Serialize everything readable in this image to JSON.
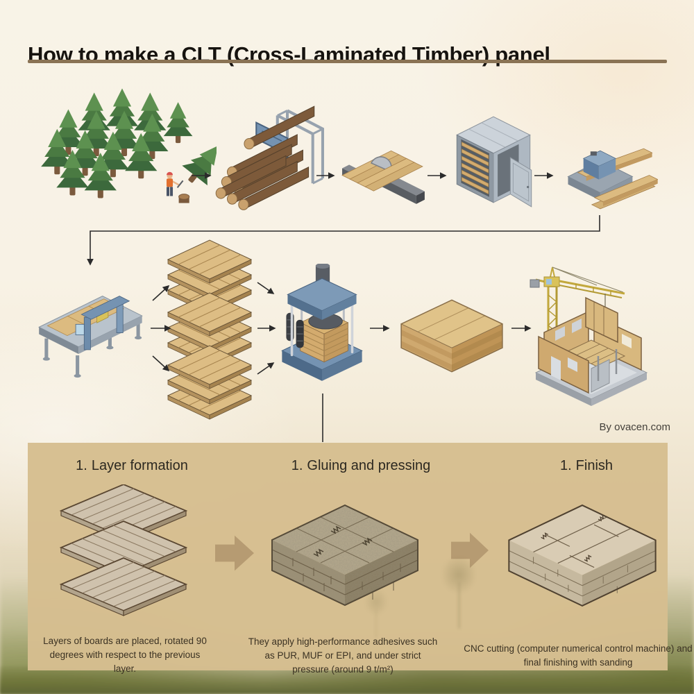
{
  "header": {
    "title": "How to make a CLT (Cross-Laminated Timber) panel"
  },
  "credit": "By ovacen.com",
  "flow_row1": [
    {
      "icon": "forest-logging-icon"
    },
    {
      "icon": "log-pile-debarker-icon"
    },
    {
      "icon": "circular-saw-icon"
    },
    {
      "icon": "drying-kiln-icon"
    },
    {
      "icon": "planer-machine-icon"
    }
  ],
  "flow_row2": [
    {
      "icon": "finger-jointing-machine-icon"
    },
    {
      "icon": "cross-layer-stacks-icon"
    },
    {
      "icon": "hydraulic-press-icon"
    },
    {
      "icon": "clt-panel-icon"
    },
    {
      "icon": "crane-construction-icon"
    }
  ],
  "panel": {
    "steps": [
      {
        "number": "1.",
        "title": "Layer formation",
        "caption": "Layers of boards are placed, rotated 90 degrees with respect to the previous layer."
      },
      {
        "number": "1.",
        "title": "Gluing and pressing",
        "caption": "They apply high-performance adhesives such as PUR, MUF or EPI, and under strict pressure (around 9 t/m²)"
      },
      {
        "number": "1.",
        "title": "Finish",
        "caption": "CNC cutting (computer numerical control machine) and final finishing with sanding"
      }
    ]
  },
  "colors": {
    "background": "#f8f2e5",
    "rule": "#8a7354",
    "panel_bg": "#d6be8f",
    "block_arrow": "#b69b72",
    "connector": "#2b2b2b",
    "wood_light": "#dcbb80",
    "machine_blue": "#7593b2",
    "tree_green": "#4a7a42",
    "crane_yellow": "#c2a83c"
  }
}
